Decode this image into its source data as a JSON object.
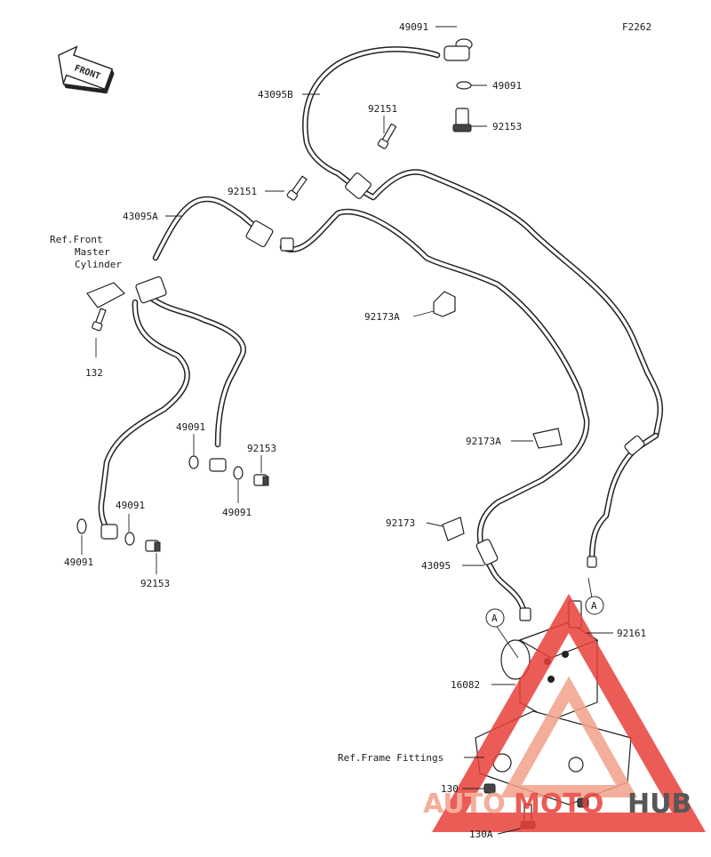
{
  "figure_code": "F2262",
  "front_arrow_label": "FRONT",
  "refs": {
    "front_master_cylinder": [
      "Ref.Front",
      "Master",
      "Cylinder"
    ],
    "frame_fittings": "Ref.Frame Fittings"
  },
  "callouts": {
    "c49091_top": "49091",
    "c49091_top2": "49091",
    "c92153_top": "92153",
    "c43095B": "43095B",
    "c92151_top": "92151",
    "c92151_mid": "92151",
    "c43095A": "43095A",
    "c132": "132",
    "c92173A_1": "92173A",
    "c92173A_2": "92173A",
    "c49091_mid": "49091",
    "c92153_mid": "92153",
    "c49091_mid2": "49091",
    "c49091_left": "49091",
    "c49091_left2": "49091",
    "c92153_left": "92153",
    "c92173": "92173",
    "c43095": "43095",
    "c92161": "92161",
    "c16082": "16082",
    "c130": "130",
    "c130A": "130A"
  },
  "circle_markers": [
    "A",
    "A"
  ],
  "watermark": {
    "text_a": "AUTO",
    "text_b": "MOTO",
    "text_c": "HUB",
    "color_primary": "#e8403a",
    "color_secondary": "#f2a28a",
    "color_dark": "#3a3a3a"
  }
}
